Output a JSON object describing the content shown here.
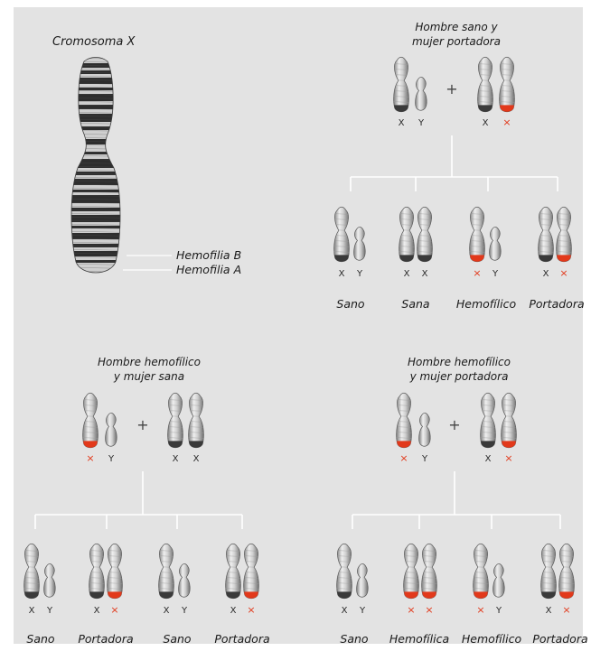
{
  "colors": {
    "panel": "#e3e3e3",
    "chromosome": "#d6d6d6",
    "chromosome_dark": "#3a3a3a",
    "mutation": "#e2391b",
    "connector": "#ffffff"
  },
  "xchrom": {
    "title": "Cromosoma X",
    "label_b": "Hemofilia B",
    "label_a": "Hemofilia A"
  },
  "panels": [
    {
      "id": "healthy-male-carrier-female",
      "title_line1": "Hombre sano y",
      "title_line2": "mujer portadora",
      "parents": {
        "father": {
          "chrom": "X",
          "sex": "Y",
          "chrom_mutated": false
        },
        "mother": {
          "left": "X",
          "right": "X",
          "left_mutated": false,
          "right_mutated": true
        }
      },
      "children": [
        {
          "label": "Sano",
          "left": "X",
          "right": "Y",
          "left_mutated": false,
          "right_mutated": false,
          "type": "male"
        },
        {
          "label": "Sana",
          "left": "X",
          "right": "X",
          "left_mutated": false,
          "right_mutated": false,
          "type": "female"
        },
        {
          "label": "Hemofílico",
          "left": "X",
          "right": "Y",
          "left_mutated": true,
          "right_mutated": false,
          "type": "male"
        },
        {
          "label": "Portadora",
          "left": "X",
          "right": "X",
          "left_mutated": false,
          "right_mutated": true,
          "type": "female"
        }
      ]
    },
    {
      "id": "hemophilic-male-healthy-female",
      "title_line1": "Hombre hemofílico",
      "title_line2": "y mujer sana",
      "parents": {
        "father": {
          "chrom": "X",
          "sex": "Y",
          "chrom_mutated": true
        },
        "mother": {
          "left": "X",
          "right": "X",
          "left_mutated": false,
          "right_mutated": false
        }
      },
      "children": [
        {
          "label": "Sano",
          "left": "X",
          "right": "Y",
          "left_mutated": false,
          "right_mutated": false,
          "type": "male"
        },
        {
          "label": "Portadora",
          "left": "X",
          "right": "X",
          "left_mutated": false,
          "right_mutated": true,
          "type": "female"
        },
        {
          "label": "Sano",
          "left": "X",
          "right": "Y",
          "left_mutated": false,
          "right_mutated": false,
          "type": "male"
        },
        {
          "label": "Portadora",
          "left": "X",
          "right": "X",
          "left_mutated": false,
          "right_mutated": true,
          "type": "female"
        }
      ]
    },
    {
      "id": "hemophilic-male-carrier-female",
      "title_line1": "Hombre hemofílico",
      "title_line2": "y mujer portadora",
      "parents": {
        "father": {
          "chrom": "X",
          "sex": "Y",
          "chrom_mutated": true
        },
        "mother": {
          "left": "X",
          "right": "X",
          "left_mutated": false,
          "right_mutated": true
        }
      },
      "children": [
        {
          "label": "Sano",
          "left": "X",
          "right": "Y",
          "left_mutated": false,
          "right_mutated": false,
          "type": "male"
        },
        {
          "label": "Hemofílica",
          "left": "X",
          "right": "X",
          "left_mutated": true,
          "right_mutated": true,
          "type": "female"
        },
        {
          "label": "Hemofílico",
          "left": "X",
          "right": "Y",
          "left_mutated": true,
          "right_mutated": false,
          "type": "male"
        },
        {
          "label": "Portadora",
          "left": "X",
          "right": "X",
          "left_mutated": false,
          "right_mutated": true,
          "type": "female"
        }
      ]
    }
  ],
  "plus": "+"
}
